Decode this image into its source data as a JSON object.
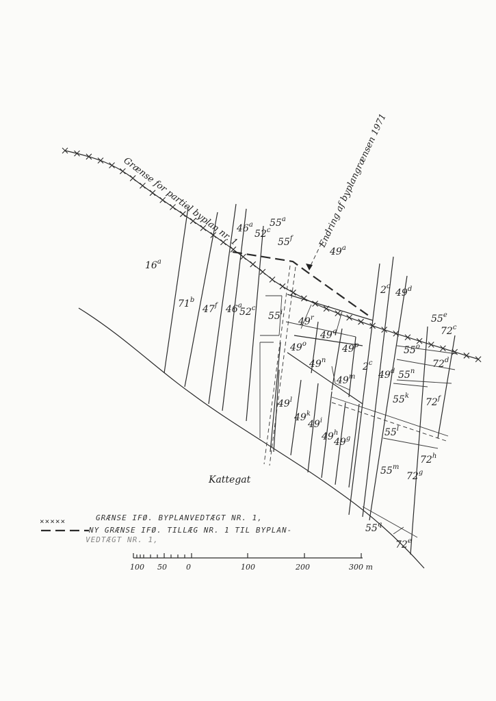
{
  "map": {
    "sea_label": "Kattegat",
    "boundary_label": "Grænse for partiel byplan nr. 1",
    "amendment_label": "Endring af byplangrænsen 1971"
  },
  "parcels": {
    "p16a": "16",
    "p16a_sup": "a",
    "p71b": "71",
    "p71b_sup": "b",
    "p47f": "47",
    "p47f_sup": "f",
    "p46a": "46",
    "p46a_sup": "a",
    "p52c": "52",
    "p52c_sup": "c",
    "p46a_top": "46",
    "p46a_top_sup": "a",
    "p52c_top": "52",
    "p52c_top_sup": "c",
    "p55a": "55",
    "p55a_sup": "a",
    "p55f": "55",
    "p55f_sup": "f",
    "p49a": "49",
    "p49a_sup": "a",
    "p55i": "55",
    "p55i_sup": "i",
    "p49r": "49",
    "p49r_sup": "r",
    "p49q": "49",
    "p49q_sup": "q",
    "p49o": "49",
    "p49o_sup": "o",
    "p49p": "49",
    "p49p_sup": "p",
    "p49n": "49",
    "p49n_sup": "n",
    "p49m": "49",
    "p49m_sup": "m",
    "p2c_top": "2",
    "p2c_top_sup": "c",
    "p49d_top": "49",
    "p49d_top_sup": "d",
    "p55e": "55",
    "p55e_sup": "e",
    "p72c_top": "72",
    "p72c_top_sup": "c",
    "p55o": "55",
    "p55o_sup": "o",
    "p72d": "72",
    "p72d_sup": "d",
    "p2c": "2",
    "p2c_sup": "c",
    "p49d": "49",
    "p49d_sup": "d",
    "p55n": "55",
    "p55n_sup": "n",
    "p55k": "55",
    "p55k_sup": "k",
    "p72f": "72",
    "p72f_sup": "f",
    "p49l": "49",
    "p49l_sup": "l",
    "p49k": "49",
    "p49k_sup": "k",
    "p49i": "49",
    "p49i_sup": "i",
    "p49h": "49",
    "p49h_sup": "h",
    "p49g": "49",
    "p49g_sup": "g",
    "p55l": "55",
    "p55l_sup": "l",
    "p72h": "72",
    "p72h_sup": "h",
    "p55m": "55",
    "p55m_sup": "m",
    "p72g": "72",
    "p72g_sup": "g",
    "p55q": "55",
    "p55q_sup": "q",
    "p72e": "72",
    "p72e_sup": "e"
  },
  "legend": {
    "line1_symbol": "×××××",
    "line1_text": "GRÆNSE IFØ. BYPLANVEDTÆGT NR. 1,",
    "line2_text": "NY GRÆNSE IFØ. TILLÆG NR. 1 TIL BYPLAN-",
    "line3_text": "VEDTÆGT NR. 1,"
  },
  "scale": {
    "ticks": [
      "100",
      "50",
      "0",
      "100",
      "200",
      "300 m"
    ]
  }
}
